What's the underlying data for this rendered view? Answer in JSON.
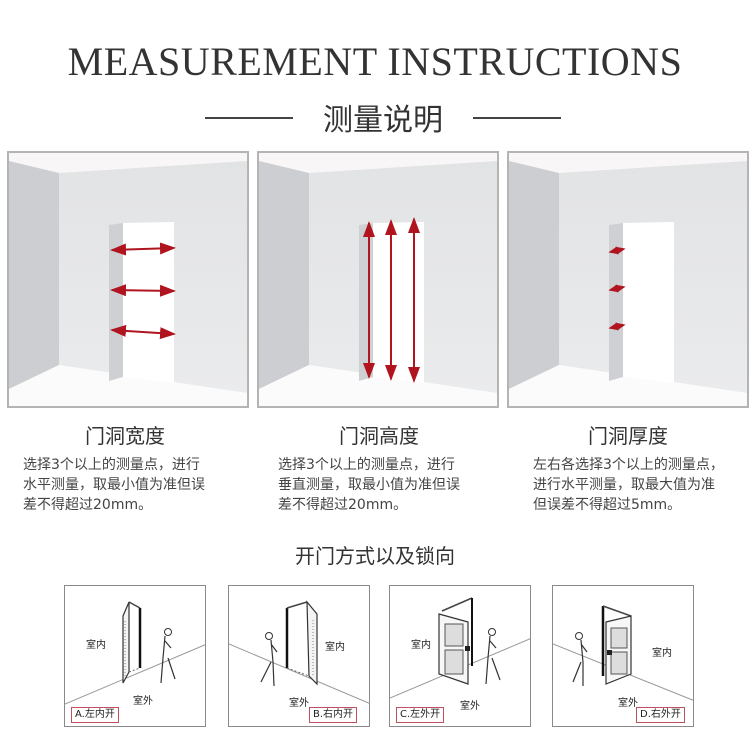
{
  "header": {
    "title_en": "MEASUREMENT INSTRUCTIONS",
    "title_cn": "测量说明"
  },
  "colors": {
    "arrow_red": "#b0141e",
    "panel_border": "#b4b4b4",
    "tag_border": "#c05060",
    "text": "#333333"
  },
  "measurements": [
    {
      "title": "门洞宽度",
      "lines": [
        "选择3个以上的测量点，进行",
        "水平测量，取最小值为准但误",
        "差不得超过20mm。"
      ],
      "arrow_type": "horizontal-width"
    },
    {
      "title": "门洞高度",
      "lines": [
        "选择3个以上的测量点，进行",
        "垂直测量，取最小值为准但误",
        "差不得超过20mm。"
      ],
      "arrow_type": "vertical-height"
    },
    {
      "title": "门洞厚度",
      "lines": [
        "左右各选择3个以上的测量点，",
        "进行水平测量，取最大值为准",
        "但误差不得超过5mm。"
      ],
      "arrow_type": "horizontal-thickness"
    }
  ],
  "opening": {
    "title": "开门方式以及锁向",
    "types": [
      {
        "tag": "A.左内开",
        "indoor": "室内",
        "outdoor": "室外"
      },
      {
        "tag": "B.右内开",
        "indoor": "室内",
        "outdoor": "室外"
      },
      {
        "tag": "C.左外开",
        "indoor": "室内",
        "outdoor": "室外"
      },
      {
        "tag": "D.右外开",
        "indoor": "室内",
        "outdoor": "室外"
      }
    ]
  }
}
